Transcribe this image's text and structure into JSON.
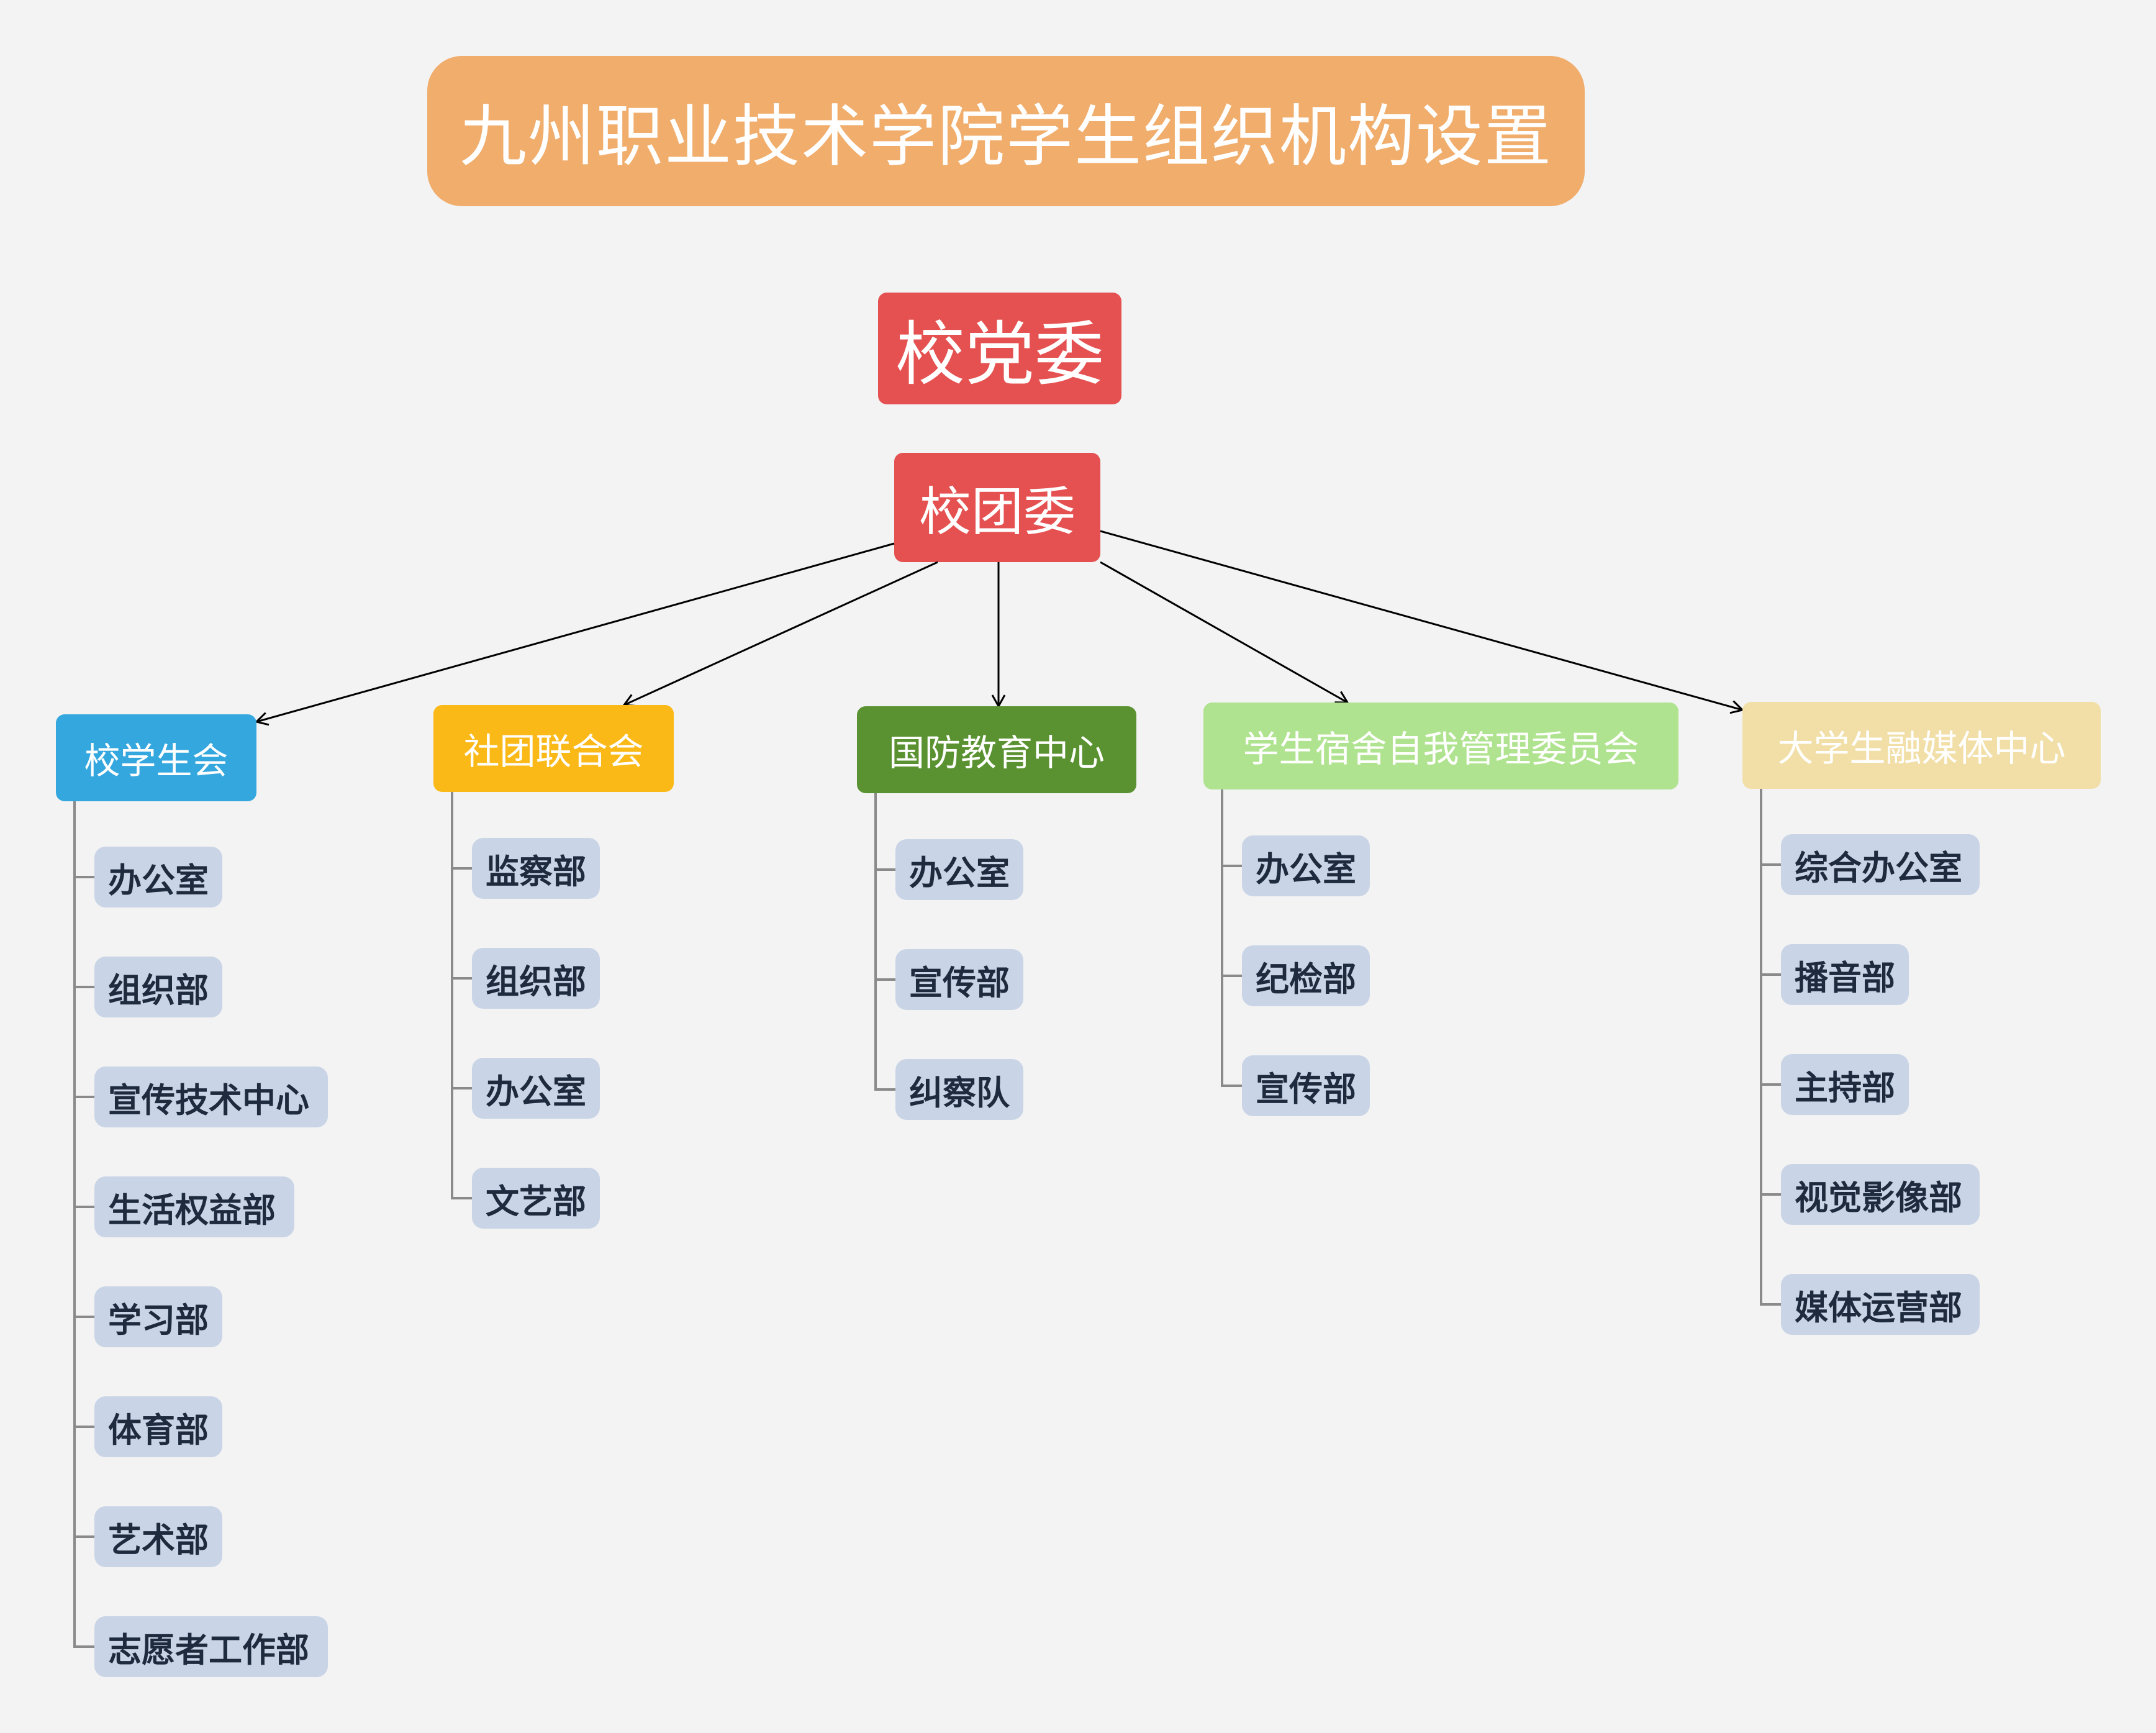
{
  "title": "九州职业技术学院学生组织机构设置",
  "root": {
    "label": "校党委",
    "color": "#e55151"
  },
  "league": {
    "label": "校团委",
    "color": "#e55151"
  },
  "branches": [
    {
      "label": "校学生会",
      "color": "#34a7df",
      "children": [
        "办公室",
        "组织部",
        "宣传技术中心",
        "生活权益部",
        "学习部",
        "体育部",
        "艺术部",
        "志愿者工作部"
      ]
    },
    {
      "label": "社团联合会",
      "color": "#fbb918",
      "children": [
        "监察部",
        "组织部",
        "办公室",
        "文艺部"
      ]
    },
    {
      "label": "国防教育中心",
      "color": "#5a9231",
      "children": [
        "办公室",
        "宣传部",
        "纠察队"
      ]
    },
    {
      "label": "学生宿舍自我管理委员会",
      "color": "#b0e38f",
      "children": [
        "办公室",
        "纪检部",
        "宣传部"
      ]
    },
    {
      "label": "大学生融媒体中心",
      "color": "#f2dfa8",
      "children": [
        "综合办公室",
        "播音部",
        "主持部",
        "视觉影像部",
        "媒体运营部"
      ]
    }
  ]
}
